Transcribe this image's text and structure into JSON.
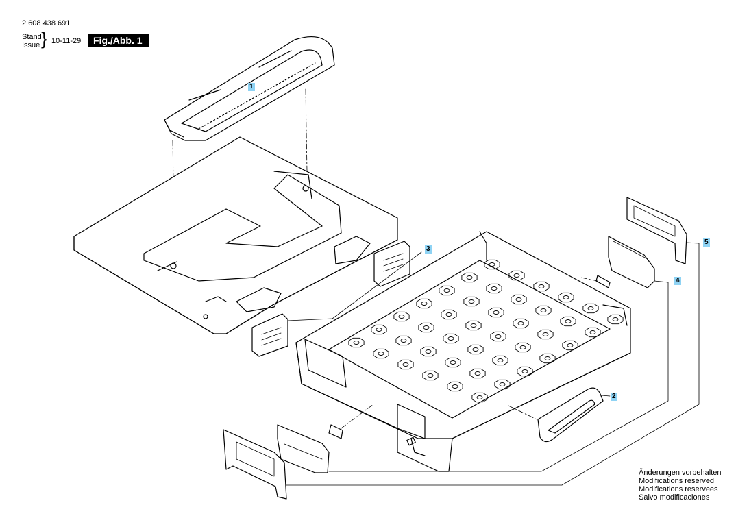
{
  "header": {
    "part_number": "2 608 438 691",
    "stand_label": "Stand",
    "issue_label": "Issue",
    "date": "10-11-29",
    "figure_label": "Fig./Abb. 1"
  },
  "callouts": [
    "1",
    "2",
    "3",
    "4",
    "5"
  ],
  "notes": {
    "line1": "Änderungen vorbehalten",
    "line2": "Modifications reserved",
    "line3": "Modifications reservees",
    "line4": "Salvo modificaciones"
  },
  "colors": {
    "callout_bg": "#8fd3f4",
    "line": "#000000"
  }
}
